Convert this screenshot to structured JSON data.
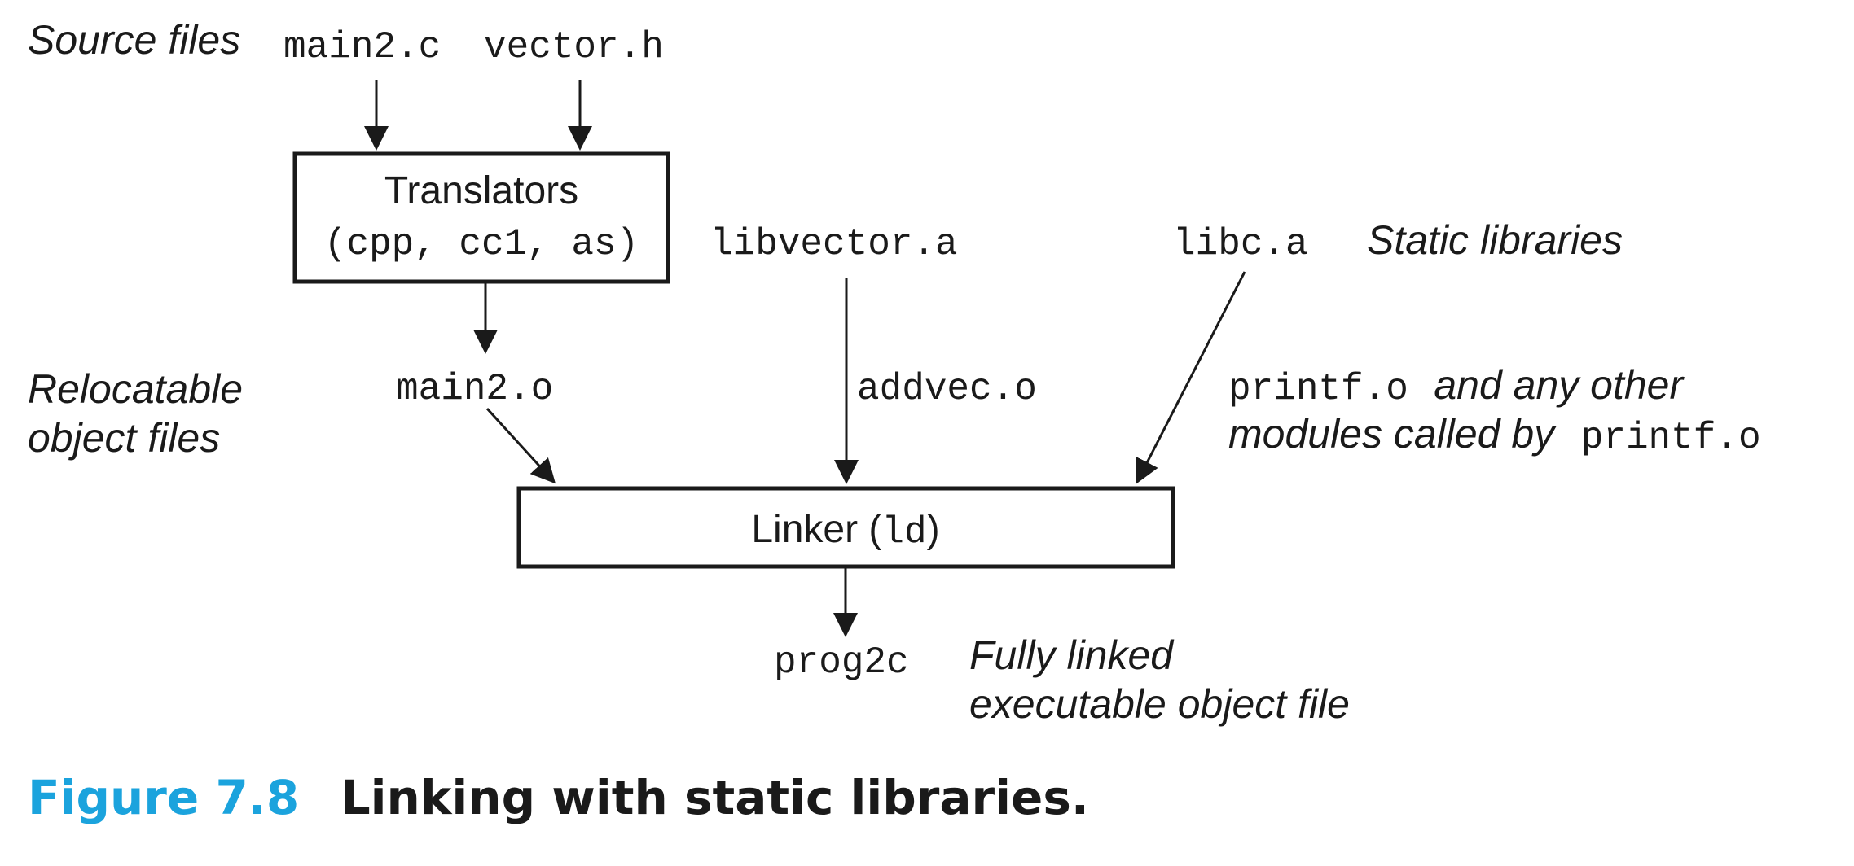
{
  "labels": {
    "source_files": "Source files",
    "relocatable_line1": "Relocatable",
    "relocatable_line2": "object files",
    "static_libraries": "Static libraries",
    "fully_linked_line1": "Fully linked",
    "fully_linked_line2": "executable object file",
    "printf_note_1a": "printf.o",
    "printf_note_1b": "and any other",
    "printf_note_2a": "modules called by",
    "printf_note_2b": "printf.o"
  },
  "files": {
    "main2_c": "main2.c",
    "vector_h": "vector.h",
    "main2_o": "main2.o",
    "libvector_a": "libvector.a",
    "addvec_o": "addvec.o",
    "libc_a": "libc.a",
    "prog2c": "prog2c"
  },
  "boxes": {
    "translators_title": "Translators",
    "translators_tools": "(cpp, cc1, as)",
    "linker_label": "Linker (",
    "linker_cmd": "ld",
    "linker_close": ")"
  },
  "caption": {
    "figure_number": "Figure 7.8",
    "title": "Linking with static libraries."
  },
  "colors": {
    "figure_number": "#1ba3dd",
    "ink": "#1a1a1a"
  }
}
